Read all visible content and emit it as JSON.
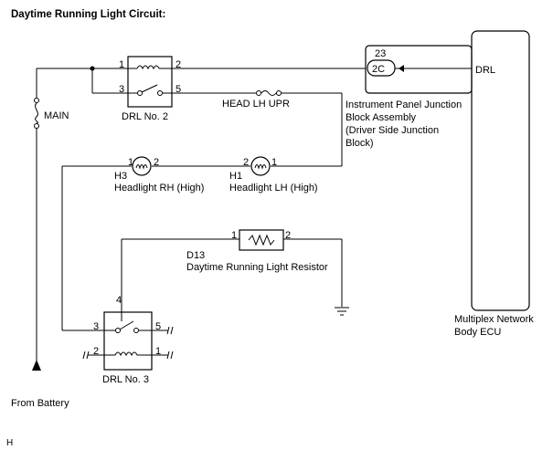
{
  "title": "Daytime Running Light Circuit:",
  "footer_code": "H",
  "battery": {
    "label": "From Battery",
    "fuse_label": "MAIN"
  },
  "relay_drl2": {
    "name": "DRL No. 2",
    "pins": {
      "p1": "1",
      "p2": "2",
      "p3": "3",
      "p5": "5"
    }
  },
  "fuse_head_lh": {
    "label": "HEAD LH UPR"
  },
  "junction_block": {
    "connector_number": "23",
    "connector_id": "2C",
    "label_lines": [
      "Instrument Panel Junction",
      "Block Assembly",
      "(Driver Side Junction",
      "Block)"
    ]
  },
  "ecu": {
    "terminal": "DRL",
    "label_lines": [
      "Multiplex Network",
      "Body ECU"
    ]
  },
  "headlight_rh": {
    "code": "H3",
    "label": "Headlight RH (High)",
    "pin_a": "1",
    "pin_b": "2"
  },
  "headlight_lh": {
    "code": "H1",
    "label": "Headlight LH (High)",
    "pin_a": "2",
    "pin_b": "1"
  },
  "resistor": {
    "code": "D13",
    "label": "Daytime Running Light Resistor",
    "pin_a": "1",
    "pin_b": "2"
  },
  "relay_drl3": {
    "name": "DRL No. 3",
    "pins": {
      "p1": "1",
      "p2": "2",
      "p3": "3",
      "p4": "4",
      "p5": "5"
    }
  }
}
